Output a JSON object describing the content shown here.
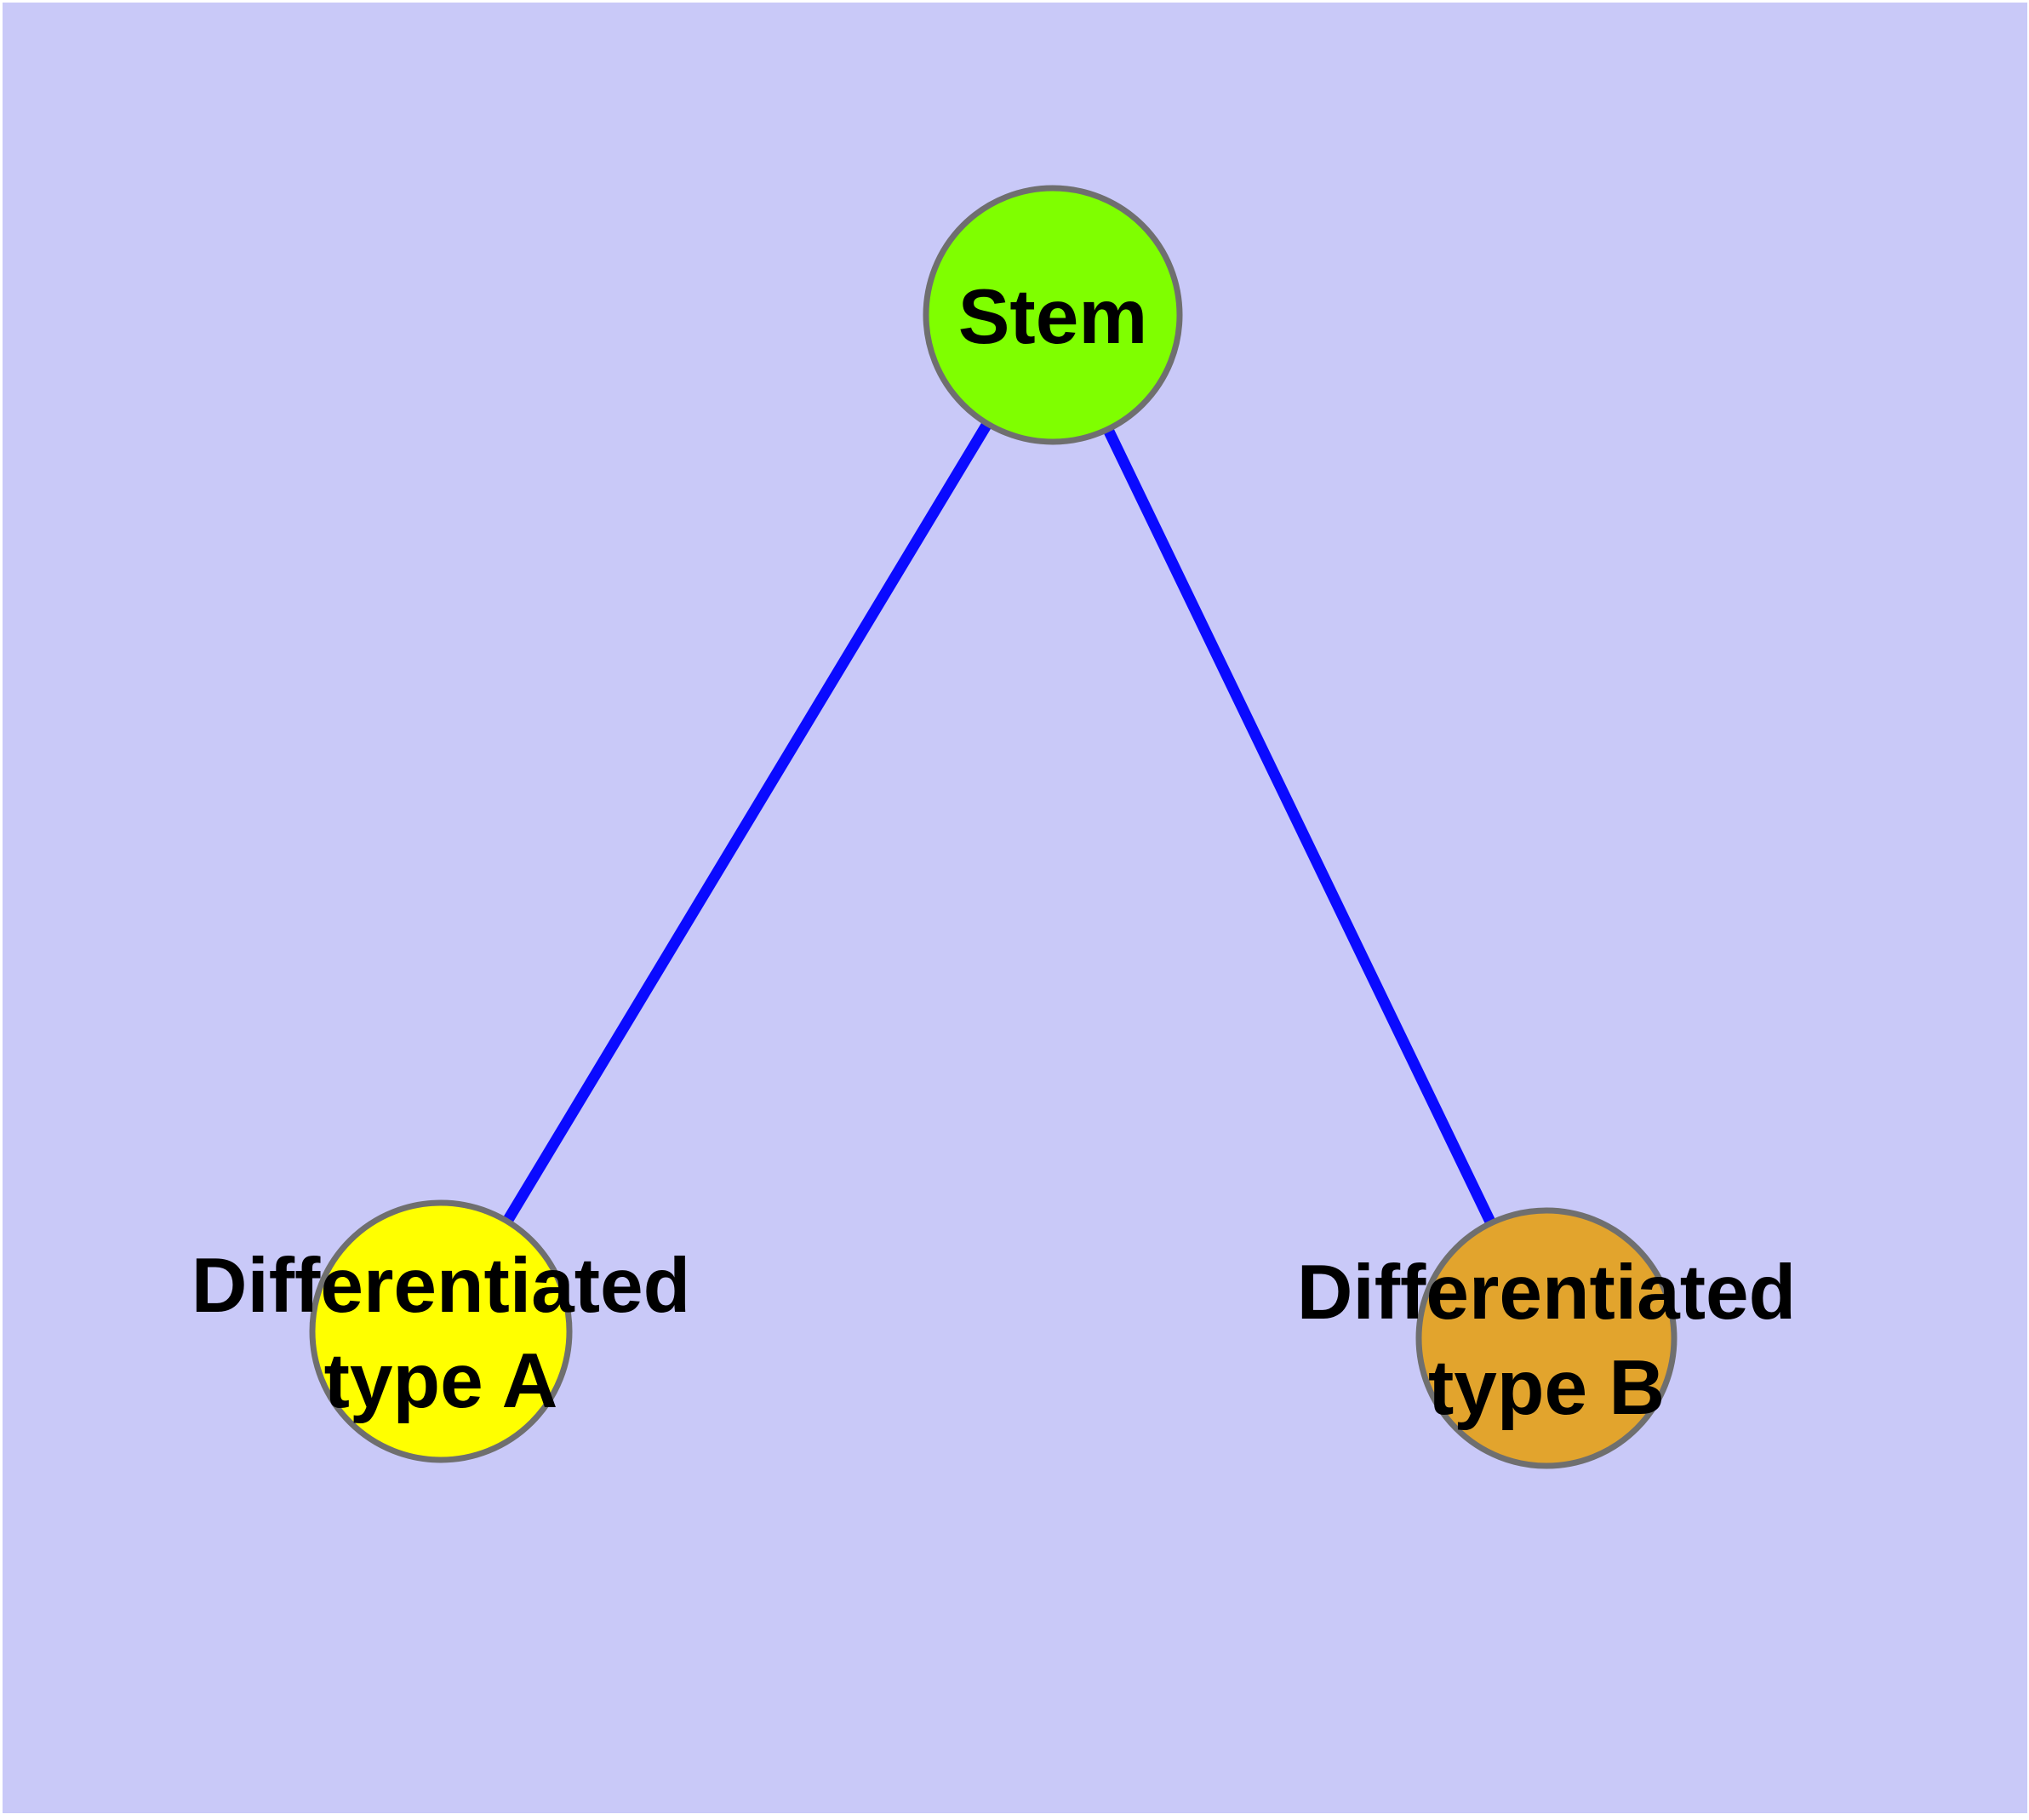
{
  "diagram": {
    "type": "graph",
    "description_visible_text_only": "Three-node tree: Stem node connected to two differentiated cell type nodes",
    "colors": {
      "background": "#c9c9f8",
      "page_margin": "#ffffff",
      "edge": "#0a0aff",
      "node_border": "#6f6f6f",
      "label_text": "#000000"
    },
    "nodes": {
      "stem": {
        "label": "Stem",
        "fill": "#7fff00"
      },
      "type_a": {
        "label": "Differentiated type A",
        "label_line1": "Differentiated",
        "label_line2": "type A",
        "fill": "#ffff00"
      },
      "type_b": {
        "label": "Differentiated type B",
        "label_line1": "Differentiated",
        "label_line2": "type B",
        "fill": "#e2a42d"
      }
    },
    "edges": [
      {
        "from": "Stem",
        "to": "Differentiated type A"
      },
      {
        "from": "Stem",
        "to": "Differentiated type B"
      }
    ]
  }
}
